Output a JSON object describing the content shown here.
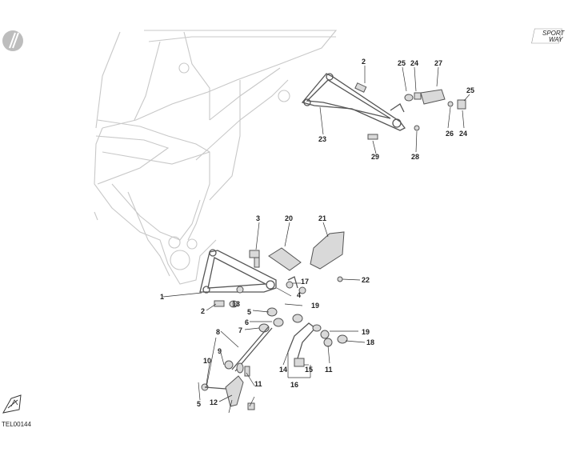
{
  "logo_text": [
    "SPORT",
    "WAY"
  ],
  "drawing_code": "TEL00144",
  "callouts": [
    "1",
    "2",
    "3",
    "4",
    "5",
    "6",
    "7",
    "8",
    "9",
    "10",
    "11",
    "12",
    "13",
    "14",
    "15",
    "16",
    "17",
    "18",
    "19",
    "20",
    "21",
    "22",
    "23",
    "24",
    "25",
    "26",
    "27",
    "28",
    "29"
  ],
  "icons": [
    "section-tab-icon",
    "brand-logo-icon",
    "view-direction-arrow-icon"
  ]
}
